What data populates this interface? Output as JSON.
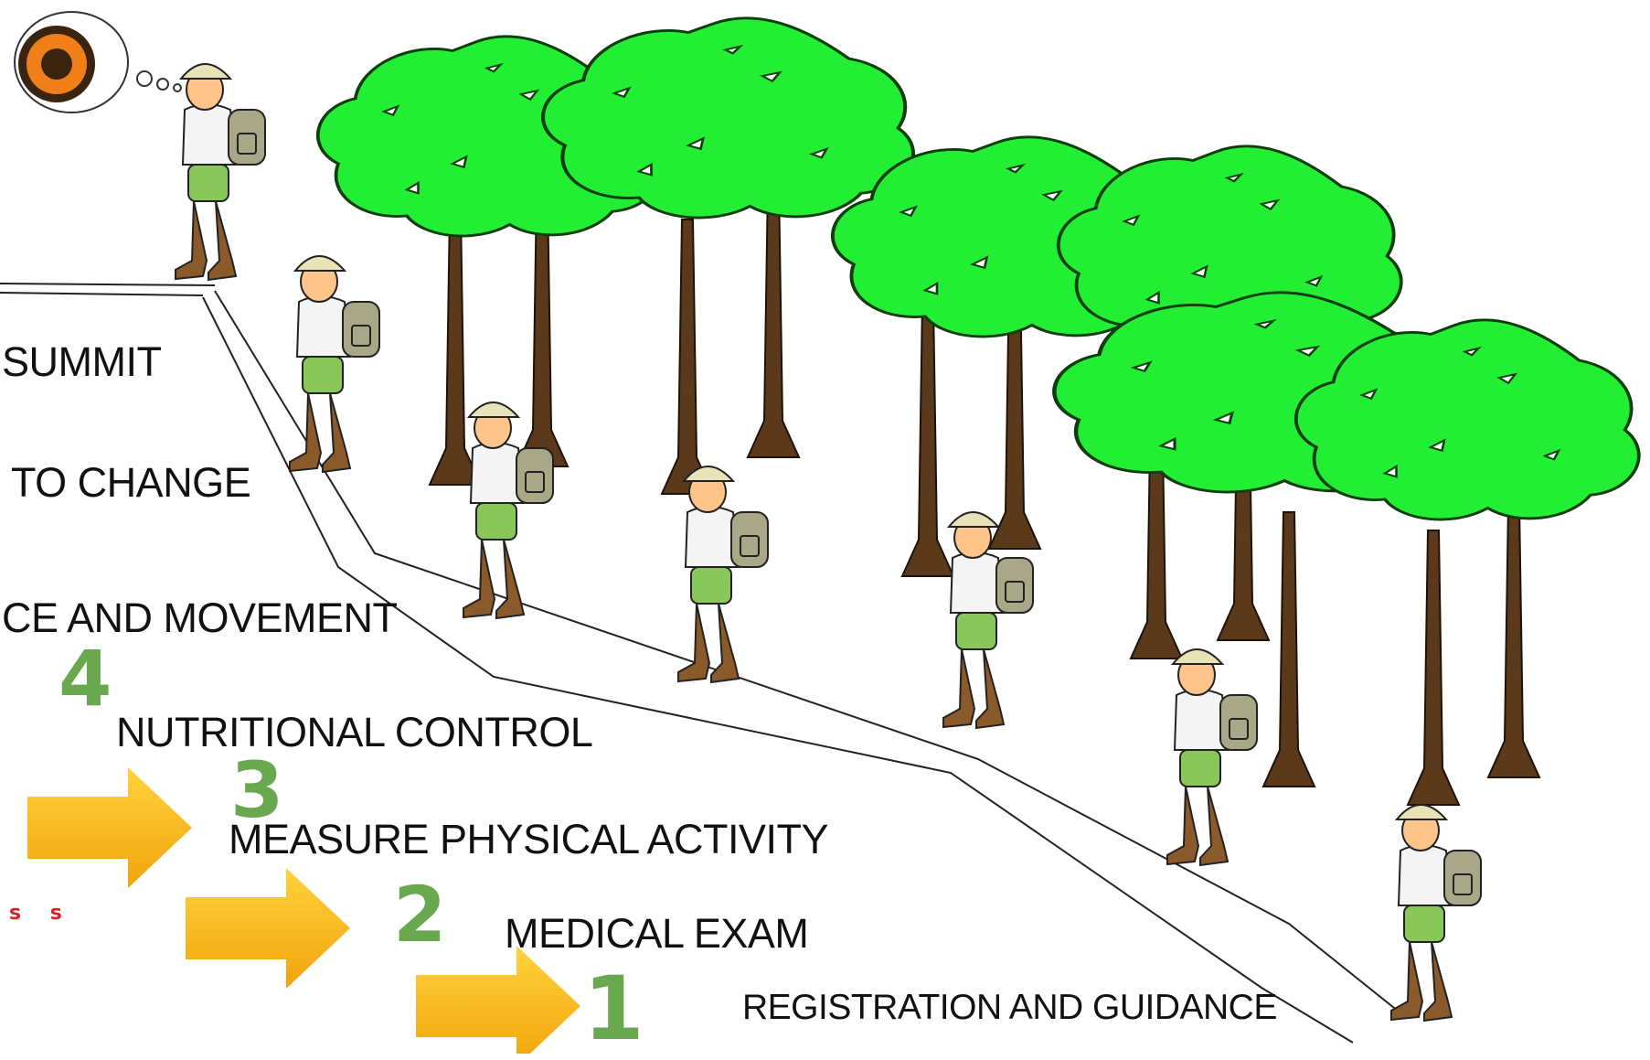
{
  "steps": [
    {
      "number": "1",
      "label": "REGISTRATION AND GUIDANCE"
    },
    {
      "number": "2",
      "label": "MEDICAL EXAM"
    },
    {
      "number": "3",
      "label": "MEASURE PHYSICAL ACTIVITY"
    },
    {
      "number": "4",
      "label": "NUTRITIONAL CONTROL"
    }
  ],
  "upper_labels": {
    "movement": "CE AND MOVEMENT",
    "change": "TO CHANGE",
    "summit": "SUMMIT"
  },
  "cropped_red_text": "s s",
  "colors": {
    "number_green": "#6aa84f",
    "arrow_gold": "#f7b416",
    "tree_green": "#22ee33",
    "text_red": "#dd2222"
  }
}
